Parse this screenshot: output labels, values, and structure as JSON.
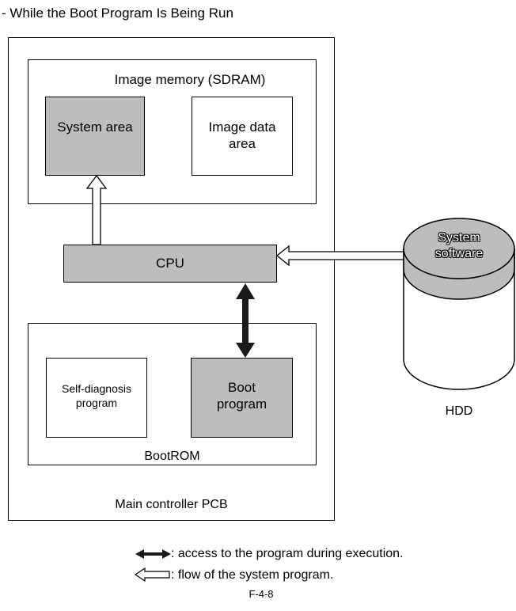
{
  "heading": "- While the Boot Program Is Being Run",
  "main_pcb": {
    "label": "Main controller PCB"
  },
  "image_memory": {
    "label": "Image memory (SDRAM)",
    "system_area": "System area",
    "image_data_area": "Image data\narea"
  },
  "cpu": {
    "label": "CPU"
  },
  "bootrom": {
    "label": "BootROM",
    "self_diagnosis": "Self-diagnosis\nprogram",
    "boot_program": "Boot\nprogram"
  },
  "hdd": {
    "label": "HDD",
    "system_software": "System\nsoftware"
  },
  "legend": {
    "access": ": access to the program during execution.",
    "flow": ": flow of the system program."
  },
  "figure_id": "F-4-8",
  "colors": {
    "fill_gray": "#bdbdbd",
    "line": "#000000",
    "dark_arrow": "#1a1a1a"
  }
}
